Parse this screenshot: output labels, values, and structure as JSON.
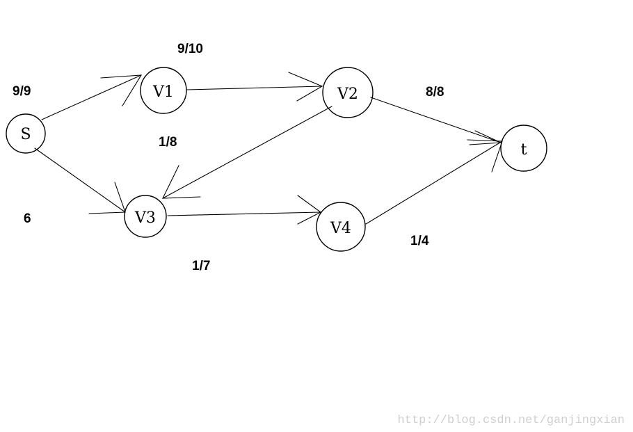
{
  "nodes": {
    "s": "S",
    "v1": "V1",
    "v2": "V2",
    "v3": "V3",
    "v4": "V4",
    "t": "t"
  },
  "edges": {
    "s_v1": "9/9",
    "s_v3": "6",
    "v1_v2": "9/10",
    "v2_v3": "1/8",
    "v2_t": "8/8",
    "v3_v4": "1/7",
    "v4_t": "1/4"
  },
  "watermark": "http://blog.csdn.net/ganjingxian",
  "colors": {
    "stroke": "#000000",
    "watermark": "#cfcfcf"
  }
}
